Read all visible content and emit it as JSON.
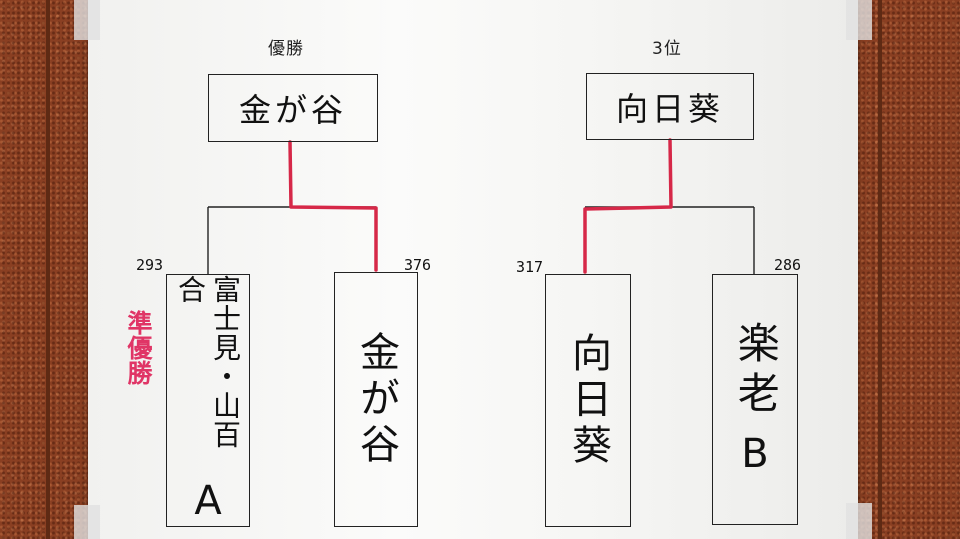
{
  "left_bracket": {
    "heading": "優勝",
    "winner": "金が谷",
    "teams": [
      {
        "name": "富士見・山百合",
        "suffix": "A",
        "score": "293"
      },
      {
        "name": "金が谷",
        "suffix": "",
        "score": "376"
      }
    ],
    "runner_up_label": "準優勝"
  },
  "right_bracket": {
    "heading": "3位",
    "winner": "向日葵",
    "teams": [
      {
        "name": "向日葵",
        "suffix": "",
        "score": "317"
      },
      {
        "name": "楽老",
        "suffix": "B",
        "score": "286"
      }
    ]
  },
  "colors": {
    "winner_line": "#d62848",
    "runner_up_text": "#e03566",
    "board": "#8a3f22",
    "paper": "#f7f7f5"
  }
}
